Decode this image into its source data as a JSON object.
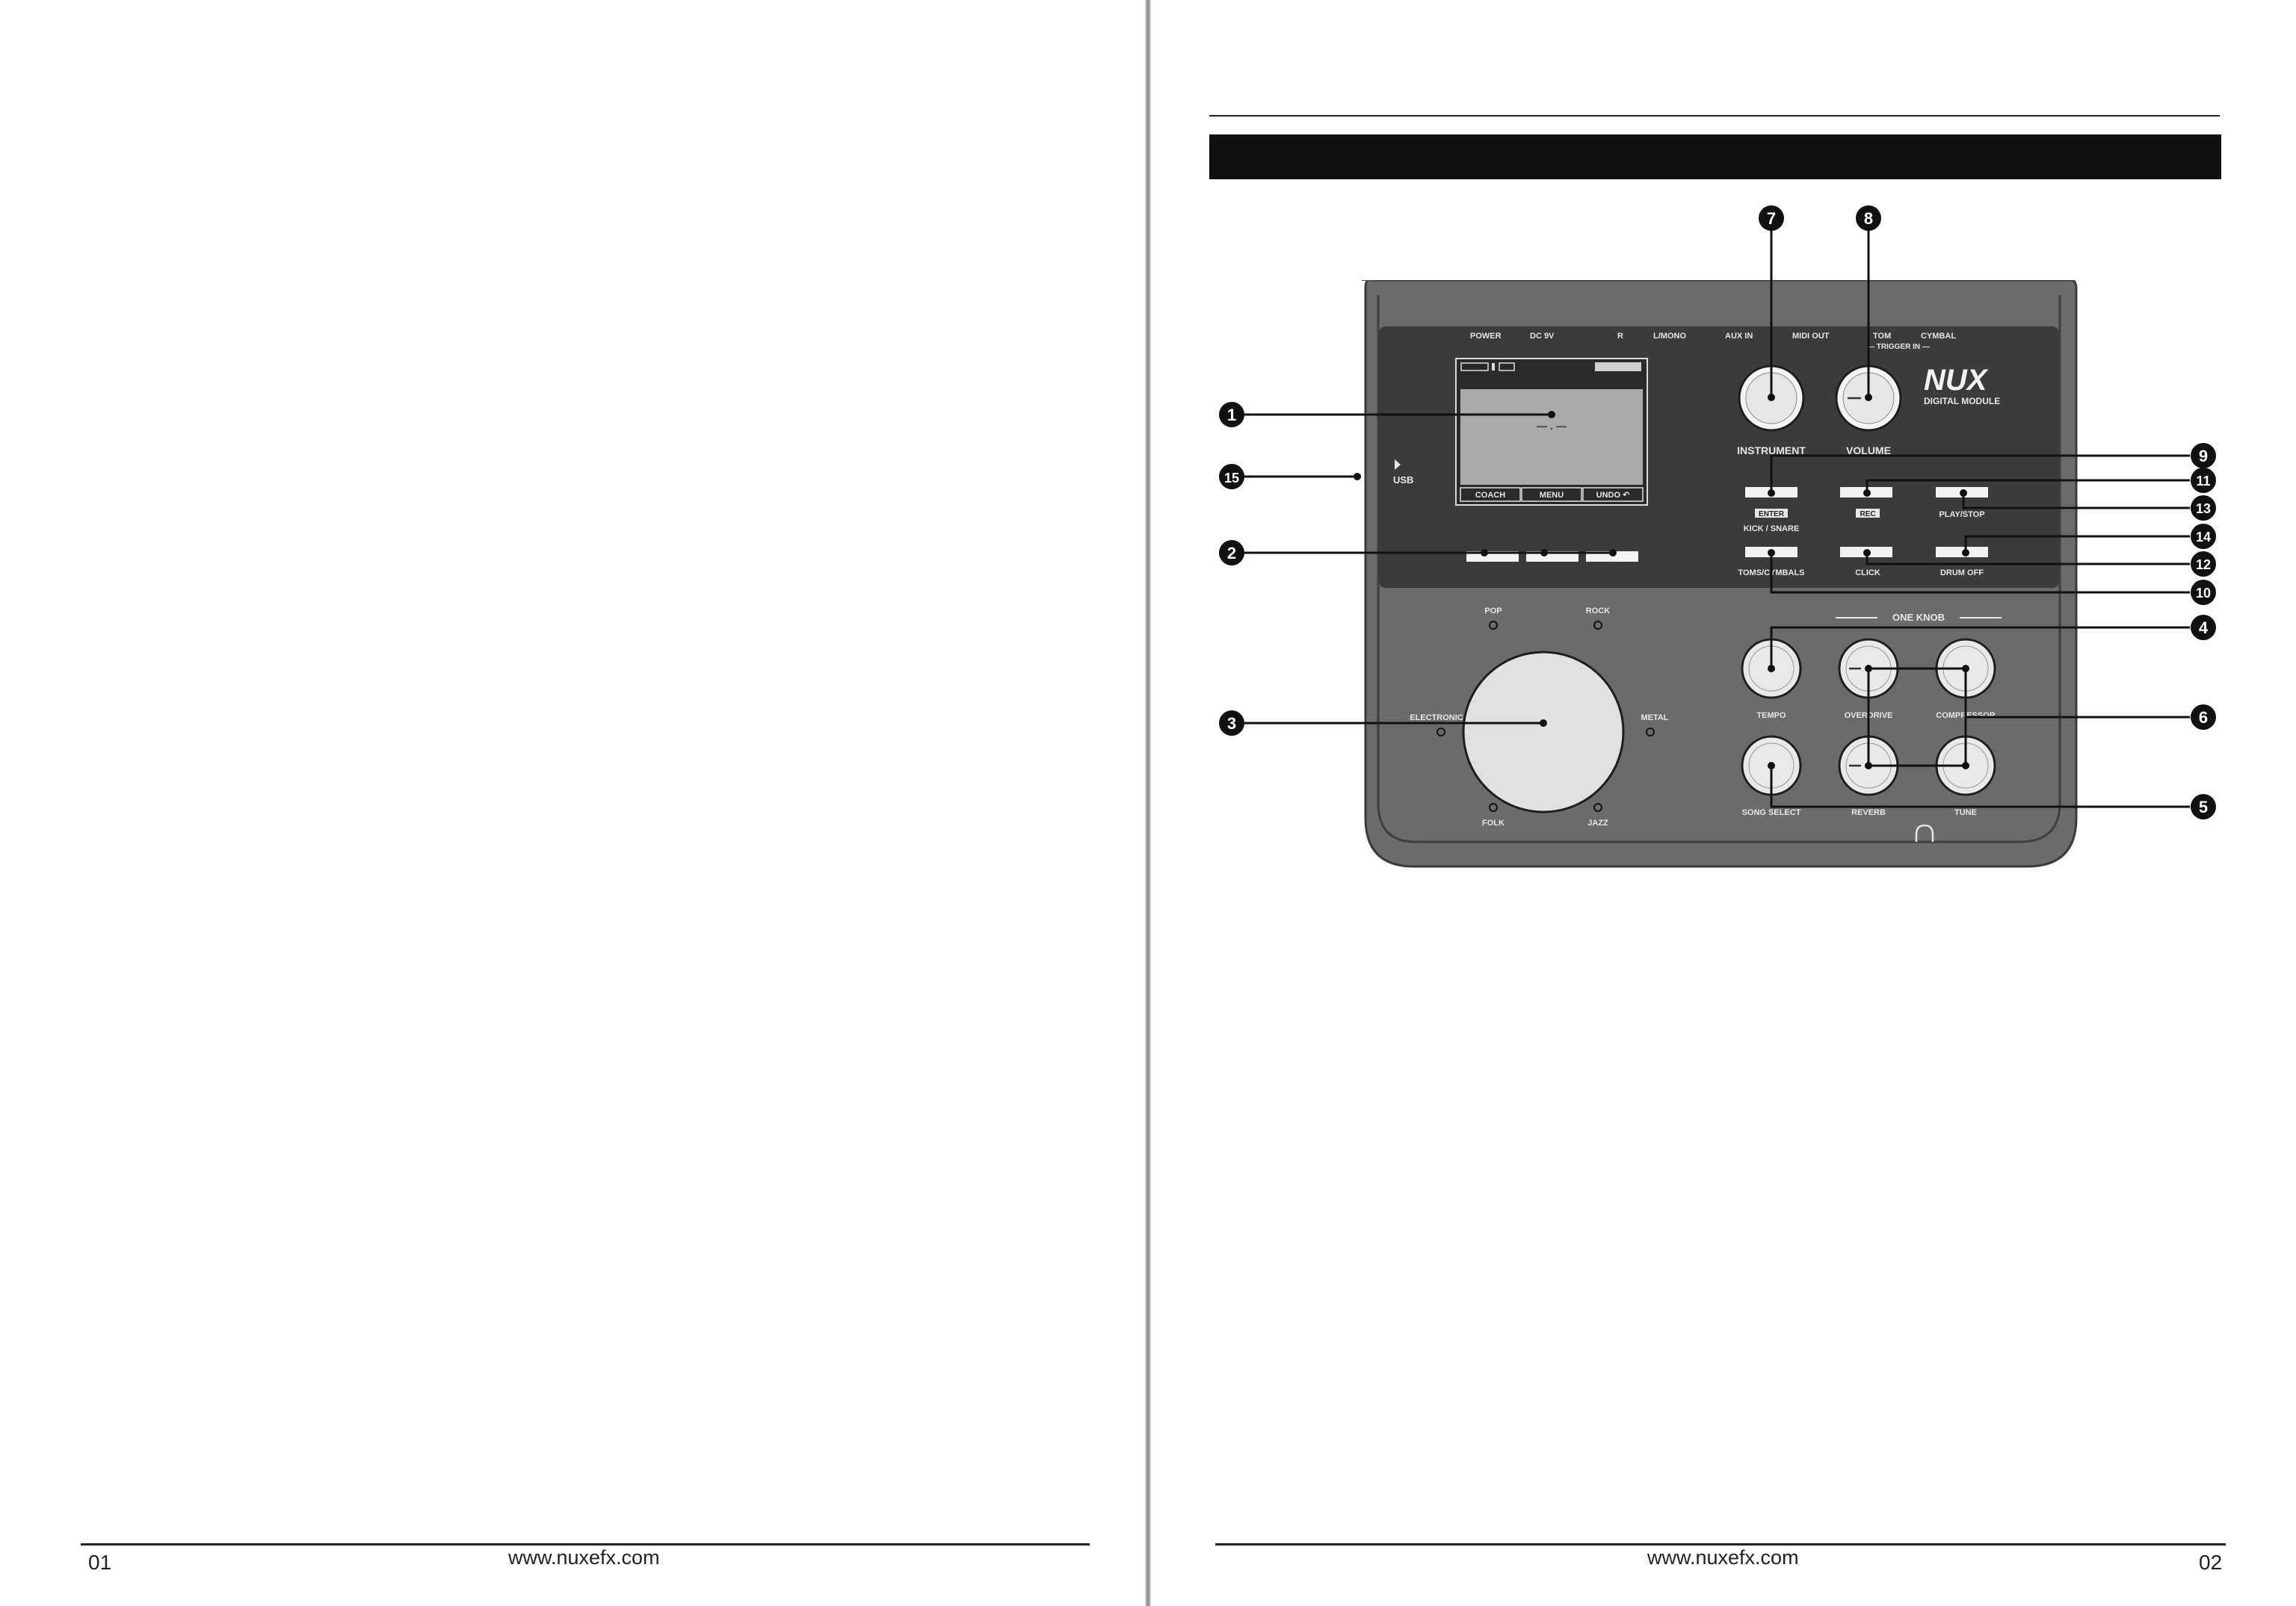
{
  "footer": {
    "website_left": "www.nuxefx.com",
    "website_right": "www.nuxefx.com",
    "page_left": "01",
    "page_right": "02"
  },
  "device": {
    "top_labels": {
      "power": "POWER",
      "dc": "DC 9V",
      "r": "R",
      "l_mono": "L/MONO",
      "aux_in": "AUX IN",
      "midi_out": "MIDI OUT",
      "tom": "TOM",
      "cymbal": "CYMBAL",
      "trigger_in": "— TRIGGER IN —"
    },
    "brand": "NUX",
    "brand_sub": "DIGITAL MODULE",
    "lcd": {
      "softkeys": [
        "COACH",
        "MENU",
        "UNDO ↶"
      ],
      "value": "— . —"
    },
    "usb_label": "USB",
    "knob_labels": {
      "instrument": "INSTRUMENT",
      "volume": "VOLUME"
    },
    "button_labels": {
      "enter": "ENTER",
      "kick_snare": "KICK / SNARE",
      "rec": "REC",
      "play_stop": "PLAY/STOP",
      "toms_cymbals": "TOMS/CYMBALS",
      "click": "CLICK",
      "drum_off": "DRUM OFF"
    },
    "styles": [
      "POP",
      "ROCK",
      "ELECTRONIC",
      "METAL",
      "FOLK",
      "JAZZ"
    ],
    "one_knob": "ONE KNOB",
    "small_knobs": [
      "TEMPO",
      "OVERDRIVE",
      "COMPRESSOR",
      "SONG SELECT",
      "REVERB",
      "TUNE"
    ]
  },
  "callouts": [
    "1",
    "2",
    "3",
    "4",
    "5",
    "6",
    "7",
    "8",
    "9",
    "10",
    "11",
    "12",
    "13",
    "14",
    "15"
  ]
}
